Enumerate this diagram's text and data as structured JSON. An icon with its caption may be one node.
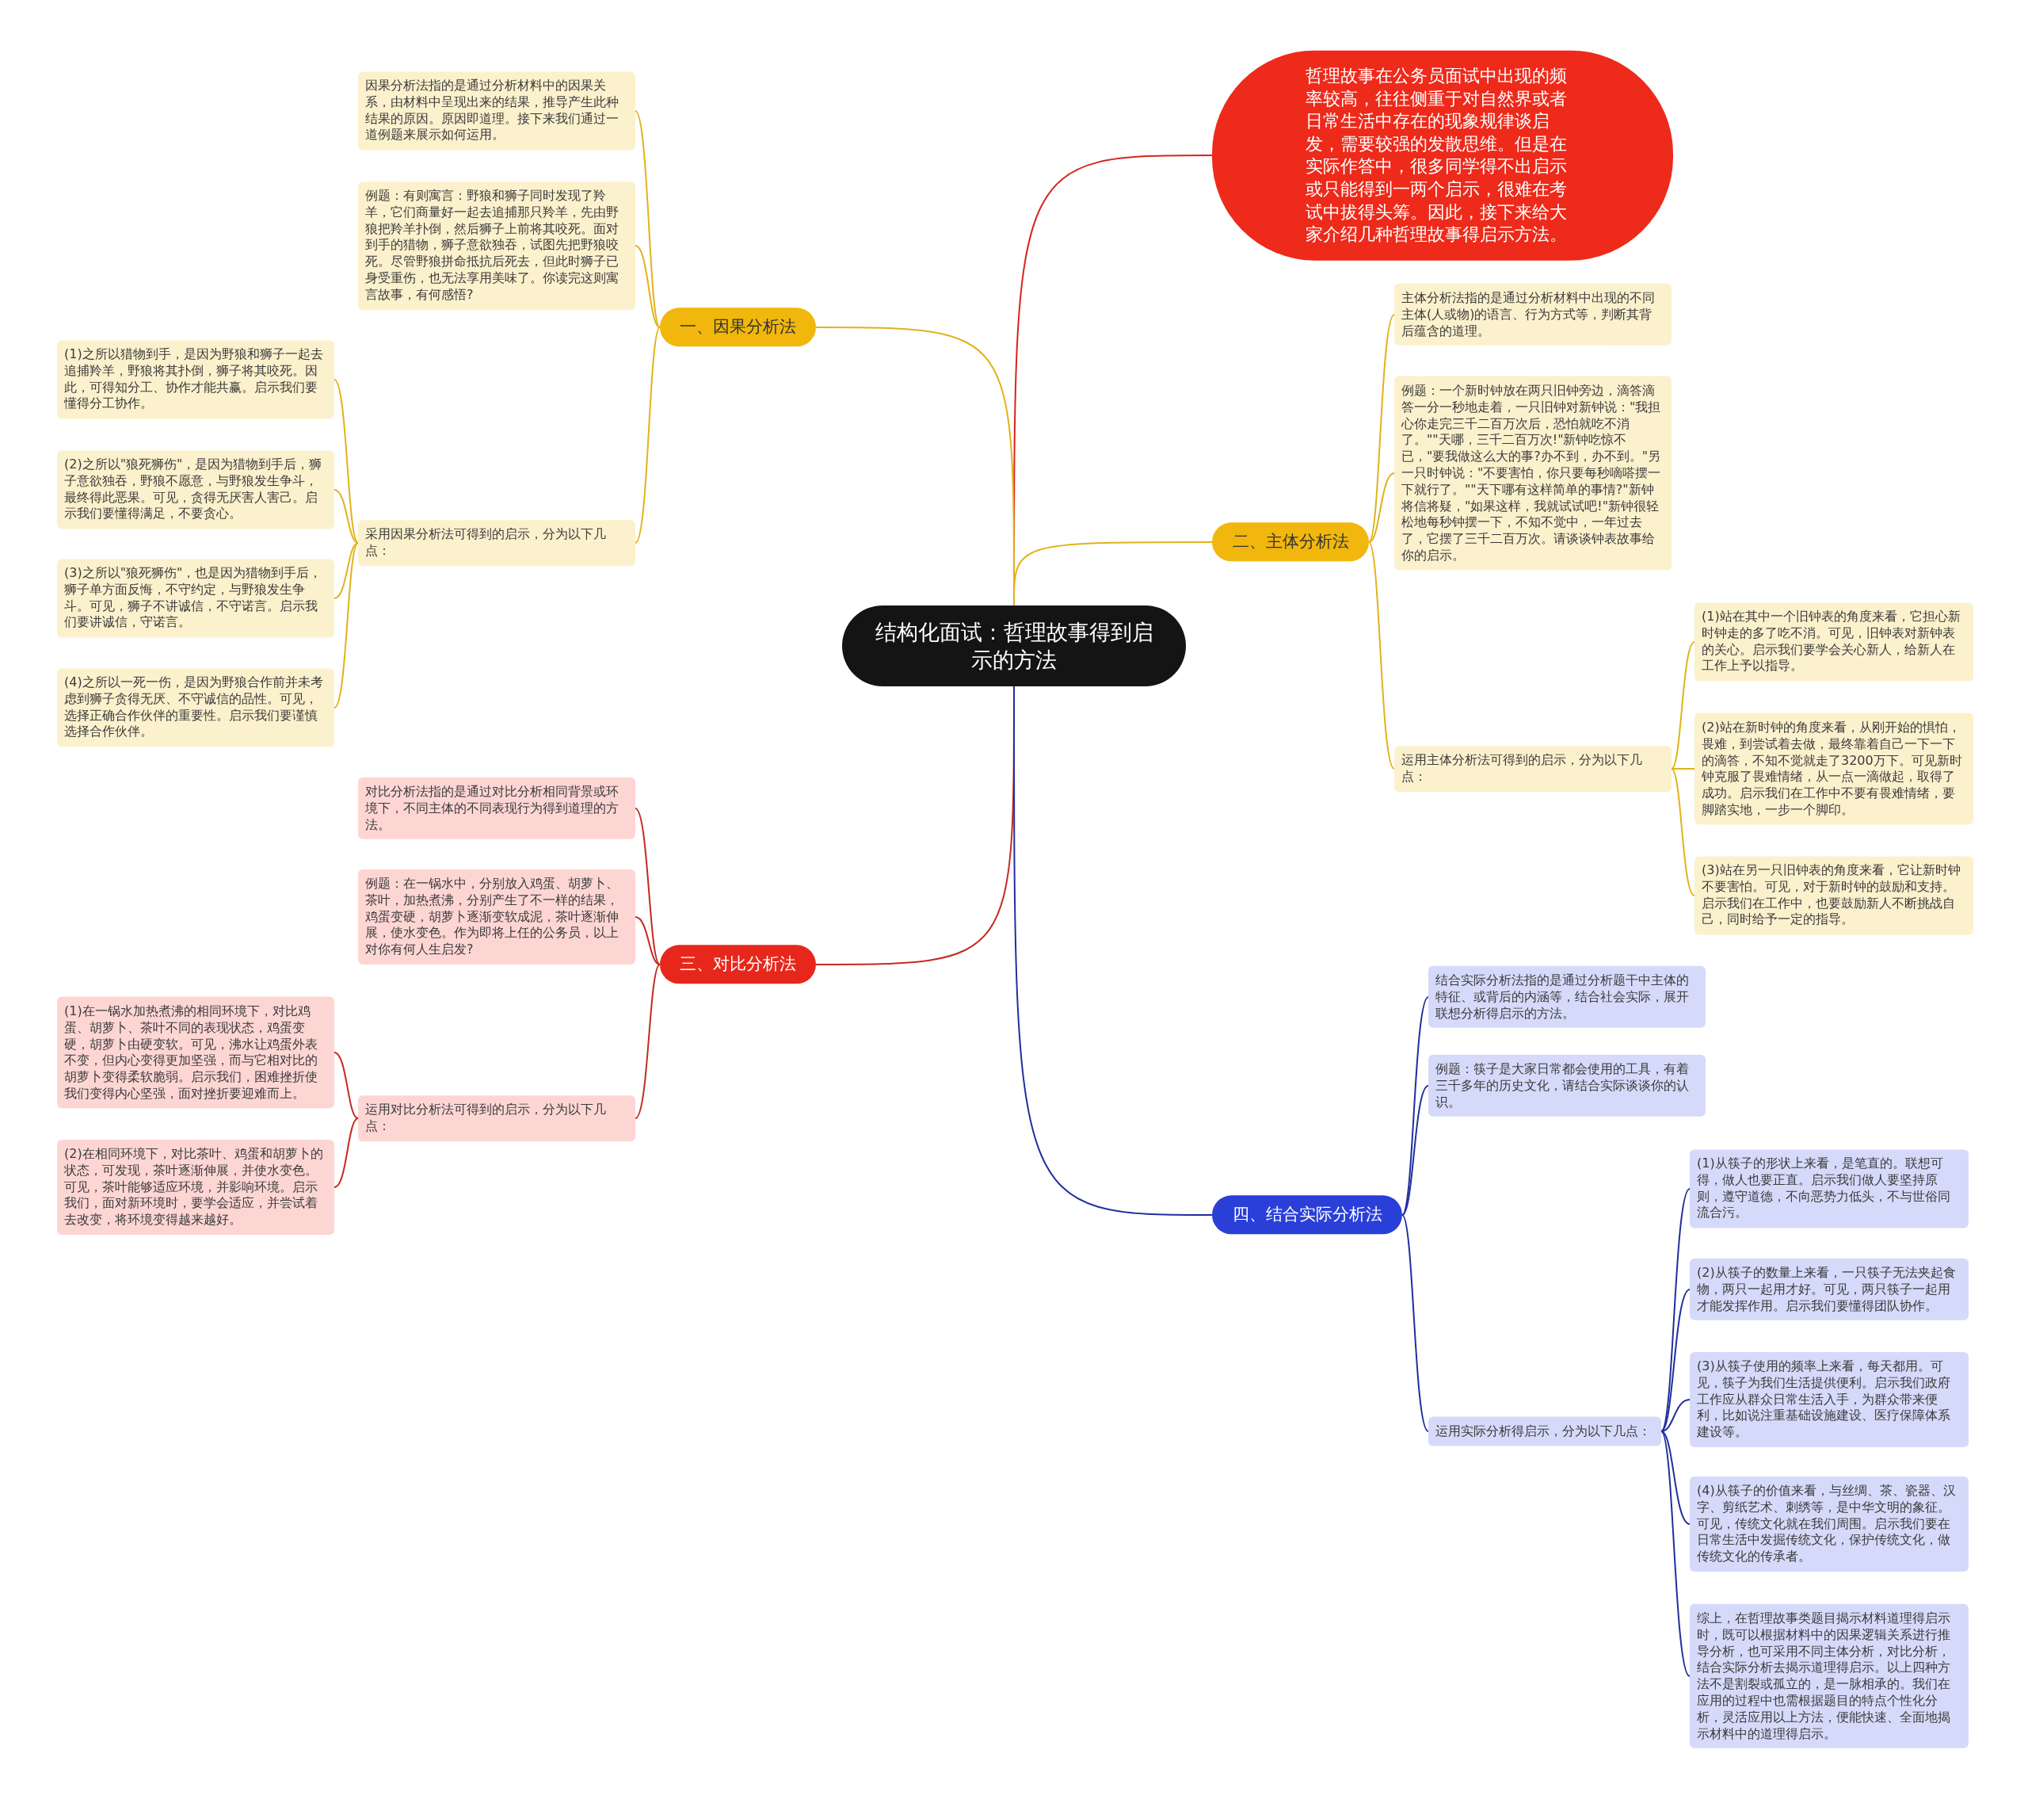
{
  "diagram": {
    "nodes": [
      {
        "text": [
          "结构化面试：哲理故事得到启示的方法"
        ]
      },
      {
        "text": [
          "哲理故事在公务员面试中出现的频率较高，往往侧重于对自然界或者日常生活中存在的现象规律谈启发，需要较强的发散思维。但是在实际作答中，很多同学得不出启示或只能得到一两个启示，很难在考试中拔得头筹。因此，接下来给大家介绍几种哲理故事得启示方法。"
        ]
      },
      {
        "text": [
          "一、因果分析法"
        ]
      },
      {
        "text": [
          "因果分析法指的是通过分析材料中的因果关系，由材料中呈现出来的结果，推导产生此种结果的原因。原因即道理。接下来我们通过一道例题来展示如何运用。"
        ]
      },
      {
        "text": [
          "例题：有则寓言：野狼和狮子同时发现了羚羊，它们商量好一起去追捕那只羚羊，先由野狼把羚羊扑倒，然后狮子上前将其咬死。面对到手的猎物，狮子意欲独吞，试图先把野狼咬死。尽管野狼拼命抵抗后死去，但此时狮子已身受重伤，也无法享用美味了。你读完这则寓言故事，有何感悟?"
        ]
      },
      {
        "text": [
          "采用因果分析法可得到的启示，分为以下几点："
        ]
      },
      {
        "text": [
          "(1)之所以猎物到手，是因为野狼和狮子一起去追捕羚羊，野狼将其扑倒，狮子将其咬死。因此，可得知分工、协作才能共赢。启示我们要懂得分工协作。"
        ]
      },
      {
        "text": [
          "(2)之所以\"狼死狮伤\"，是因为猎物到手后，狮子意欲独吞，野狼不愿意，与野狼发生争斗，最终得此恶果。可见，贪得无厌害人害己。启示我们要懂得满足，不要贪心。"
        ]
      },
      {
        "text": [
          "(3)之所以\"狼死狮伤\"，也是因为猎物到手后，狮子单方面反悔，不守约定，与野狼发生争斗。可见，狮子不讲诚信，不守诺言。启示我们要讲诚信，守诺言。"
        ]
      },
      {
        "text": [
          "(4)之所以一死一伤，是因为野狼合作前并未考虑到狮子贪得无厌、不守诚信的品性。可见，选择正确合作伙伴的重要性。启示我们要谨慎选择合作伙伴。"
        ]
      },
      {
        "text": [
          "二、主体分析法"
        ]
      },
      {
        "text": [
          "主体分析法指的是通过分析材料中出现的不同主体(人或物)的语言、行为方式等，判断其背后蕴含的道理。"
        ]
      },
      {
        "text": [
          "例题：一个新时钟放在两只旧钟旁边，滴答滴答一分一秒地走着，一只旧钟对新钟说：\"我担心你走完三千二百万次后，恐怕就吃不消了。\"\"天哪，三千二百万次!\"新钟吃惊不已，\"要我做这么大的事?办不到，办不到。\"另一只时钟说：\"不要害怕，你只要每秒嘀嗒摆一下就行了。\"\"天下哪有这样简单的事情?\"新钟将信将疑，\"如果这样，我就试试吧!\"新钟很轻松地每秒钟摆一下，不知不觉中，一年过去了，它摆了三千二百万次。请谈谈钟表故事给你的启示。"
        ]
      },
      {
        "text": [
          "运用主体分析法可得到的启示，分为以下几点："
        ]
      },
      {
        "text": [
          "(1)站在其中一个旧钟表的角度来看，它担心新时钟走的多了吃不消。可见，旧钟表对新钟表的关心。启示我们要学会关心新人，给新人在工作上予以指导。"
        ]
      },
      {
        "text": [
          "(2)站在新时钟的角度来看，从刚开始的惧怕，畏难，到尝试着去做，最终靠着自己一下一下的滴答，不知不觉就走了3200万下。可见新时钟克服了畏难情绪，从一点一滴做起，取得了成功。启示我们在工作中不要有畏难情绪，要脚踏实地，一步一个脚印。"
        ]
      },
      {
        "text": [
          "(3)站在另一只旧钟表的角度来看，它让新时钟不要害怕。可见，对于新时钟的鼓励和支持。启示我们在工作中，也要鼓励新人不断挑战自己，同时给予一定的指导。"
        ]
      },
      {
        "text": [
          "三、对比分析法"
        ]
      },
      {
        "text": [
          "对比分析法指的是通过对比分析相同背景或环境下，不同主体的不同表现行为得到道理的方法。"
        ]
      },
      {
        "text": [
          "例题：在一锅水中，分别放入鸡蛋、胡萝卜、茶叶，加热煮沸，分别产生了不一样的结果，鸡蛋变硬，胡萝卜逐渐变软成泥，茶叶逐渐伸展，使水变色。作为即将上任的公务员，以上对你有何人生启发?"
        ]
      },
      {
        "text": [
          "运用对比分析法可得到的启示，分为以下几点："
        ]
      },
      {
        "text": [
          "(1)在一锅水加热煮沸的相同环境下，对比鸡蛋、胡萝卜、茶叶不同的表现状态，鸡蛋变硬，胡萝卜由硬变软。可见，沸水让鸡蛋外表不变，但内心变得更加坚强，而与它相对比的胡萝卜变得柔软脆弱。启示我们，困难挫折使我们变得内心坚强，面对挫折要迎难而上。"
        ]
      },
      {
        "text": [
          "(2)在相同环境下，对比茶叶、鸡蛋和胡萝卜的状态，可发现，茶叶逐渐伸展，并使水变色。可见，茶叶能够适应环境，并影响环境。启示我们，面对新环境时，要学会适应，并尝试着去改变，将环境变得越来越好。"
        ]
      },
      {
        "text": [
          "四、结合实际分析法"
        ]
      },
      {
        "text": [
          "结合实际分析法指的是通过分析题干中主体的特征、或背后的内涵等，结合社会实际，展开联想分析得启示的方法。"
        ]
      },
      {
        "text": [
          "例题：筷子是大家日常都会使用的工具，有着三千多年的历史文化，请结合实际谈谈你的认识。"
        ]
      },
      {
        "text": [
          "运用实际分析得启示，分为以下几点："
        ]
      },
      {
        "text": [
          "(1)从筷子的形状上来看，是笔直的。联想可得，做人也要正直。启示我们做人要坚持原则，遵守道德，不向恶势力低头，不与世俗同流合污。"
        ]
      },
      {
        "text": [
          "(2)从筷子的数量上来看，一只筷子无法夹起食物，两只一起用才好。可见，两只筷子一起用才能发挥作用。启示我们要懂得团队协作。"
        ]
      },
      {
        "text": [
          "(3)从筷子使用的频率上来看，每天都用。可见，筷子为我们生活提供便利。启示我们政府工作应从群众日常生活入手，为群众带来便利，比如说注重基础设施建设、医疗保障体系建设等。"
        ]
      },
      {
        "text": [
          "(4)从筷子的价值来看，与丝绸、茶、瓷器、汉字、剪纸艺术、刺绣等，是中华文明的象征。可见，传统文化就在我们周围。启示我们要在日常生活中发掘传统文化，保护传统文化，做传统文化的传承者。"
        ]
      },
      {
        "text": [
          "综上，在哲理故事类题目揭示材料道理得启示时，既可以根据材料中的因果逻辑关系进行推导分析，也可采用不同主体分析，对比分析，结合实际分析去揭示道理得启示。以上四种方法不是割裂或孤立的，是一脉相承的。我们在应用的过程中也需根据题目的特点个性化分析，灵活应用以上方法，便能快速、全面地揭示材料中的道理得启示。"
        ]
      }
    ],
    "edges": [
      {
        "from": 0,
        "to": 1,
        "arrow": "none",
        "color": "#d8241c"
      },
      {
        "from": 0,
        "to": 2,
        "arrow": "none"
      },
      {
        "from": 2,
        "to": 3,
        "arrow": "none"
      },
      {
        "from": 2,
        "to": 4,
        "arrow": "none"
      },
      {
        "from": 2,
        "to": 5,
        "arrow": "none"
      },
      {
        "from": 5,
        "to": 6,
        "arrow": "none"
      },
      {
        "from": 5,
        "to": 7,
        "arrow": "none"
      },
      {
        "from": 5,
        "to": 8,
        "arrow": "none"
      },
      {
        "from": 5,
        "to": 9,
        "arrow": "none"
      },
      {
        "from": 0,
        "to": 10,
        "arrow": "none"
      },
      {
        "from": 10,
        "to": 11,
        "arrow": "none"
      },
      {
        "from": 10,
        "to": 12,
        "arrow": "none"
      },
      {
        "from": 10,
        "to": 13,
        "arrow": "none"
      },
      {
        "from": 13,
        "to": 14,
        "arrow": "none"
      },
      {
        "from": 13,
        "to": 15,
        "arrow": "none"
      },
      {
        "from": 13,
        "to": 16,
        "arrow": "none"
      },
      {
        "from": 0,
        "to": 17,
        "arrow": "none",
        "color": "#c42a22"
      },
      {
        "from": 17,
        "to": 18,
        "arrow": "none",
        "color": "#c42a22"
      },
      {
        "from": 17,
        "to": 19,
        "arrow": "none",
        "color": "#c42a22"
      },
      {
        "from": 17,
        "to": 20,
        "arrow": "none",
        "color": "#c42a22"
      },
      {
        "from": 20,
        "to": 21,
        "arrow": "none",
        "color": "#c42a22"
      },
      {
        "from": 20,
        "to": 22,
        "arrow": "none",
        "color": "#c42a22"
      },
      {
        "from": 0,
        "to": 23,
        "arrow": "none",
        "color": "#1f2f9e"
      },
      {
        "from": 23,
        "to": 24,
        "arrow": "none",
        "color": "#1f2f9e"
      },
      {
        "from": 23,
        "to": 25,
        "arrow": "none",
        "color": "#1f2f9e"
      },
      {
        "from": 23,
        "to": 26,
        "arrow": "none",
        "color": "#1f2f9e"
      },
      {
        "from": 26,
        "to": 27,
        "arrow": "none",
        "color": "#1f2f9e"
      },
      {
        "from": 26,
        "to": 28,
        "arrow": "none",
        "color": "#1f2f9e"
      },
      {
        "from": 26,
        "to": 29,
        "arrow": "none",
        "color": "#1f2f9e"
      },
      {
        "from": 26,
        "to": 30,
        "arrow": "none",
        "color": "#1f2f9e"
      },
      {
        "from": 26,
        "to": 31,
        "arrow": "none",
        "color": "#1f2f9e"
      }
    ]
  }
}
